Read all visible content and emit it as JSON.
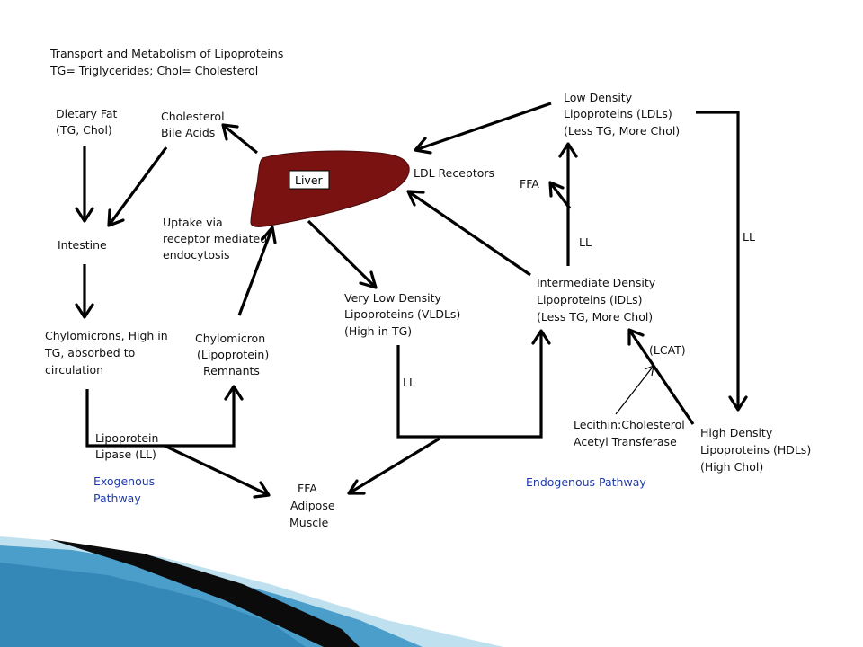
{
  "title": {
    "line1": "Transport and Metabolism of Lipoproteins",
    "line2": "TG= Triglycerides;  Chol= Cholesterol"
  },
  "nodes": {
    "dietary_fat": [
      "Dietary Fat",
      "(TG, Chol)"
    ],
    "cholesterol_bile": [
      "Cholesterol",
      "Bile Acids"
    ],
    "liver": "Liver",
    "ldl_receptors": "LDL Receptors",
    "ldl": [
      "Low Density",
      "Lipoproteins (LDLs)",
      "(Less TG, More Chol)"
    ],
    "ffa_top": "FFA",
    "uptake": [
      "Uptake via",
      "receptor mediated",
      "endocytosis"
    ],
    "intestine": "Intestine",
    "chylomicrons": [
      "Chylomicrons, High in",
      "TG, absorbed to",
      "circulation"
    ],
    "remnants": [
      "Chylomicron",
      "(Lipoprotein)",
      "Remnants"
    ],
    "vldl": [
      "Very Low Density",
      "Lipoproteins (VLDLs)",
      "(High in TG)"
    ],
    "idl": [
      "Intermediate Density",
      "Lipoproteins (IDLs)",
      "(Less TG, More Chol)"
    ],
    "lcat": "(LCAT)",
    "lecithin": [
      "Lecithin:Cholesterol",
      "Acetyl Transferase"
    ],
    "hdl": [
      "High Density",
      "Lipoproteins (HDLs)",
      "(High Chol)"
    ],
    "lipoprotein_lipase": [
      "Lipoprotein",
      "Lipase (LL)"
    ],
    "ffa_bottom": [
      "FFA",
      "Adipose",
      "Muscle"
    ],
    "exogenous": [
      "Exogenous",
      "Pathway"
    ],
    "endogenous": "Endogenous Pathway"
  },
  "edge_labels": {
    "ll_ldl_hdl": "LL",
    "ll_idl_ldl": "LL",
    "ll_vldl": "LL"
  },
  "colors": {
    "liver_fill": "#7a1212",
    "pathway_text": "#1f3aa8",
    "ribbon_dark": "#0b0b0b",
    "ribbon_blue": "#4a9ec9",
    "ribbon_light": "#bfe0ef"
  }
}
